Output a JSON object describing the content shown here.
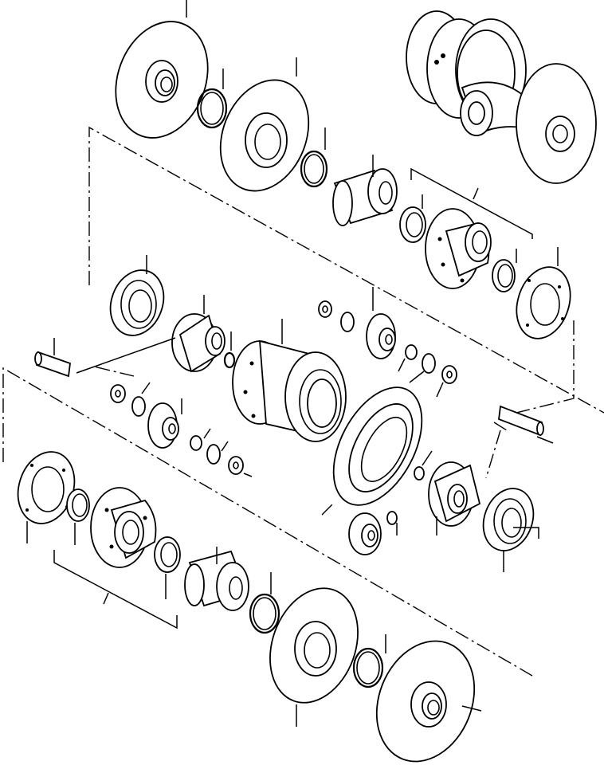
{
  "figure": {
    "title": "",
    "labels": []
  },
  "parts": [
    {
      "name": "brake-disc-top-left"
    },
    {
      "name": "snap-ring-top-1"
    },
    {
      "name": "separator-plate-top"
    },
    {
      "name": "snap-ring-top-2"
    },
    {
      "name": "shaft-top"
    },
    {
      "name": "bearing-cup-top"
    },
    {
      "name": "carrier-housing-top"
    },
    {
      "name": "bearing-cone-top"
    },
    {
      "name": "shim-gasket-top"
    },
    {
      "name": "differential-assembly-inset"
    },
    {
      "name": "bearing-left"
    },
    {
      "name": "differential-case-half-left"
    },
    {
      "name": "pinion-shaft-left"
    },
    {
      "name": "thrust-washer-upper-1"
    },
    {
      "name": "roller-bearing-upper-1"
    },
    {
      "name": "side-gear-upper"
    },
    {
      "name": "thrust-washer-upper-2"
    },
    {
      "name": "roller-bearing-upper-2"
    },
    {
      "name": "thrust-washer-upper-3"
    },
    {
      "name": "differential-housing"
    },
    {
      "name": "thrust-washer-lower-1"
    },
    {
      "name": "roller-bearing-lower-1"
    },
    {
      "name": "side-gear-lower"
    },
    {
      "name": "thrust-washer-lower-2"
    },
    {
      "name": "roller-bearing-lower-2"
    },
    {
      "name": "thrust-washer-lower-3"
    },
    {
      "name": "ring-gear"
    },
    {
      "name": "pinion-shaft-right"
    },
    {
      "name": "differential-case-half-right"
    },
    {
      "name": "bearing-right"
    },
    {
      "name": "pinion-gear"
    },
    {
      "name": "shim-gasket-bottom"
    },
    {
      "name": "bearing-cone-bottom"
    },
    {
      "name": "carrier-housing-bottom"
    },
    {
      "name": "bearing-cup-bottom"
    },
    {
      "name": "shaft-bottom"
    },
    {
      "name": "snap-ring-bottom-1"
    },
    {
      "name": "separator-plate-bottom"
    },
    {
      "name": "snap-ring-bottom-2"
    },
    {
      "name": "brake-disc-bottom-right"
    }
  ]
}
